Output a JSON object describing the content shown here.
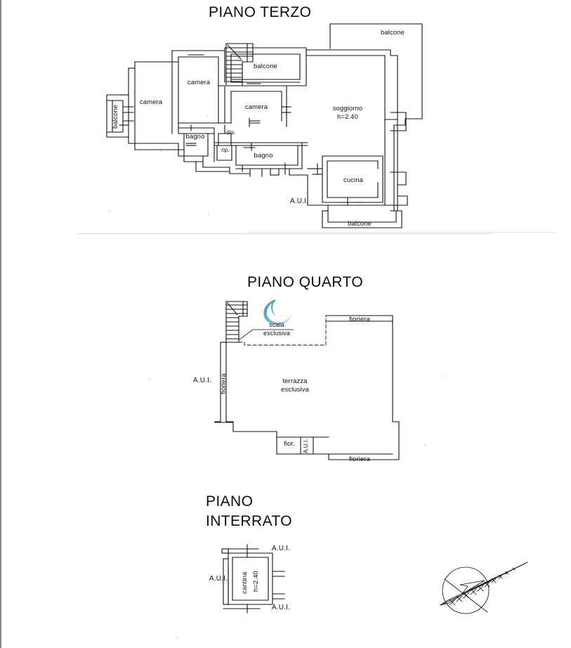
{
  "document": {
    "kind": "floor-plan-sheet",
    "ink_color": "#111111",
    "paper_color": "#ffffff",
    "watermark_color": "#4aa8c4"
  },
  "plans": [
    {
      "id": "piano-terzo",
      "title": "PIANO TERZO",
      "labels": [
        {
          "key": "balcone_top_right",
          "text": "balcone"
        },
        {
          "key": "balcone_center",
          "text": "balcone"
        },
        {
          "key": "balcone_left_vert",
          "text": "balcone"
        },
        {
          "key": "camera_left",
          "text": "camera"
        },
        {
          "key": "camera_mid_upper",
          "text": "camera"
        },
        {
          "key": "camera_center",
          "text": "camera"
        },
        {
          "key": "bagno_left",
          "text": "bagno"
        },
        {
          "key": "bagno_center",
          "text": "bagno"
        },
        {
          "key": "dis",
          "text": "dis."
        },
        {
          "key": "rip",
          "text": "rip."
        },
        {
          "key": "soggiorno",
          "text": "soggiorno\nh=2.40"
        },
        {
          "key": "cucina",
          "text": "cucina"
        },
        {
          "key": "balcone_bottom",
          "text": "balcone"
        },
        {
          "key": "aui_bottom",
          "text": "A.U.I."
        }
      ]
    },
    {
      "id": "piano-quarto",
      "title": "PIANO QUARTO",
      "labels": [
        {
          "key": "scala",
          "text": "scala\nesclusiva"
        },
        {
          "key": "fioriera_top",
          "text": "fioriera"
        },
        {
          "key": "fioriera_left",
          "text": "fioriera"
        },
        {
          "key": "fioriera_bottom",
          "text": "fioriera"
        },
        {
          "key": "terrazza",
          "text": "terrazza\nesclusiva"
        },
        {
          "key": "fior",
          "text": "fior."
        },
        {
          "key": "aui_small",
          "text": "A.U.I."
        },
        {
          "key": "aui_left",
          "text": "A.U.I."
        }
      ]
    },
    {
      "id": "piano-interrato",
      "title": "PIANO\nINTERRATO",
      "labels": [
        {
          "key": "cantina",
          "text": "cantina"
        },
        {
          "key": "height",
          "text": "h=2.40"
        },
        {
          "key": "aui_top",
          "text": "A.U.I."
        },
        {
          "key": "aui_left",
          "text": "A.U.I."
        },
        {
          "key": "aui_bottom",
          "text": "A.U.I."
        }
      ]
    }
  ],
  "compass": {
    "name": "north-arrow",
    "label": ""
  }
}
